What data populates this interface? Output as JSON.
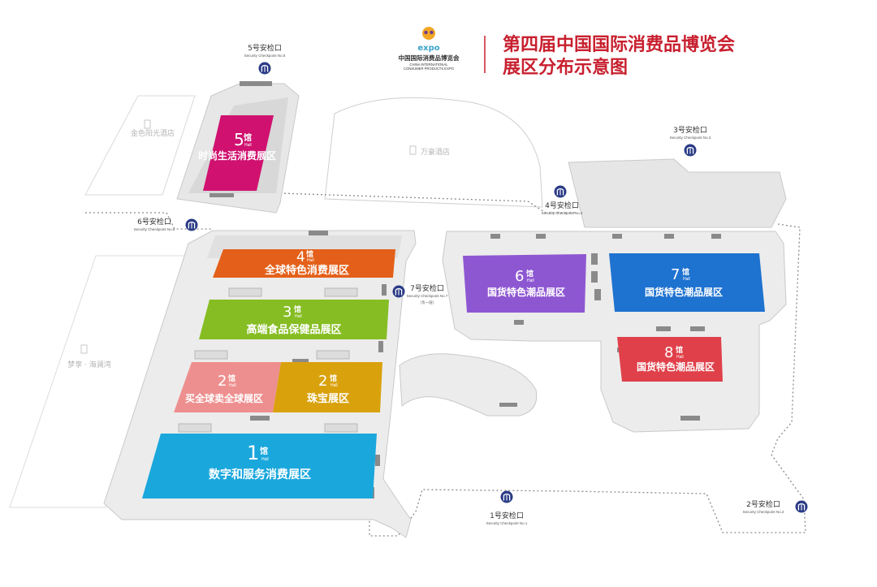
{
  "header": {
    "logo_word": "expo",
    "logo_zh": "中国国际消费品博览会",
    "logo_en_1": "CHINA INTERNATIONAL",
    "logo_en_2": "CONSUMER PRODUCTS EXPO",
    "title_line1": "第四届中国国际消费品博览会",
    "title_line2": "展区分布示意图",
    "title_color": "#c8202f"
  },
  "halls": {
    "h1": {
      "num": "1",
      "hall_zh": "馆",
      "hall_en": "Hall",
      "name": "数字和服务消费展区",
      "color": "#1aa7dc"
    },
    "h2a": {
      "num": "2",
      "hall_zh": "馆",
      "hall_en": "Hall",
      "name": "买全球卖全球展区",
      "color": "#ee8f8f"
    },
    "h2b": {
      "num": "2",
      "hall_zh": "馆",
      "hall_en": "Hall",
      "name": "珠宝展区",
      "color": "#d9a20c"
    },
    "h3": {
      "num": "3",
      "hall_zh": "馆",
      "hall_en": "Hall",
      "name": "高端食品保健品展区",
      "color": "#86bd23"
    },
    "h4": {
      "num": "4",
      "hall_zh": "馆",
      "hall_en": "Hall",
      "name": "全球特色消费展区",
      "color": "#e4601a"
    },
    "h5": {
      "num": "5",
      "hall_zh": "馆",
      "hall_en": "Hall",
      "name": "时尚生活消费展区",
      "color": "#d0116f"
    },
    "h6": {
      "num": "6",
      "hall_zh": "馆",
      "hall_en": "Hall",
      "name": "国货特色潮品展区",
      "color": "#8e57d2"
    },
    "h7": {
      "num": "7",
      "hall_zh": "馆",
      "hall_en": "Hall",
      "name": "国货特色潮品展区",
      "color": "#1e72d0"
    },
    "h8": {
      "num": "8",
      "hall_zh": "馆",
      "hall_en": "Hall",
      "name": "国货特色潮品展区",
      "color": "#e0404a"
    }
  },
  "checkpoints": {
    "cp1": {
      "zh": "1号安检口",
      "en": "Security Checkpoint No.1"
    },
    "cp2": {
      "zh": "2号安检口",
      "en": "Security Checkpoint No.2"
    },
    "cp3": {
      "zh": "3号安检口",
      "en": "Security Checkpoint No.3"
    },
    "cp4": {
      "zh": "4号安检口",
      "en": "Security Checkpoint No.4"
    },
    "cp5": {
      "zh": "5号安检口",
      "en": "Security Checkpoint No.5"
    },
    "cp6": {
      "zh": "6号安检口",
      "en": "Security Checkpoint No.6"
    },
    "cp7": {
      "zh": "7号安检口",
      "en": "Security Checkpoint No.7",
      "note": "（负一层）"
    }
  },
  "places": {
    "hotel_a": "金色阳光酒店",
    "hotel_b": "万豪酒店",
    "park": "梦享 · 海澜湾"
  },
  "colors": {
    "building": "#eeeeee",
    "building_edge": "#c9c9c9",
    "checkpoint_icon": "#2a3b86"
  }
}
